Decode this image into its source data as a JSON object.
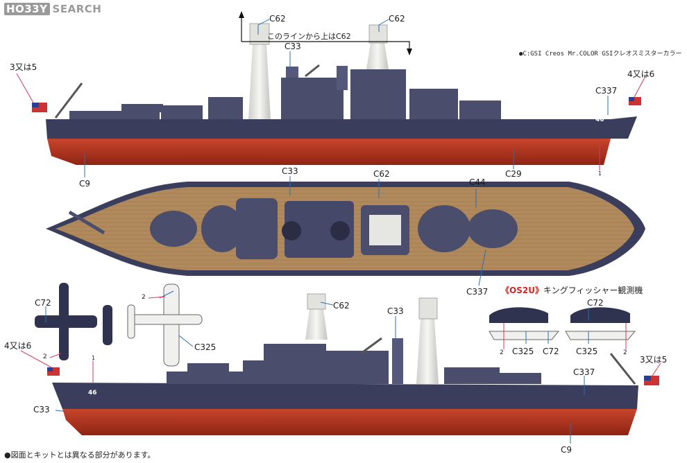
{
  "brand": {
    "mark": "HO33Y",
    "name": "SEARCH"
  },
  "legend": "●C:GSI Creos Mr.COLOR GSIクレオスミスターカラー",
  "above_line_note": "このラインから上はC62",
  "hull_number": "46",
  "labels": {
    "c62": "C62",
    "c33": "C33",
    "c337": "C337",
    "c29": "C29",
    "c9": "C9",
    "c44": "C44",
    "c72": "C72",
    "c325": "C325",
    "alt35": "3又は5",
    "alt46": "4又は6",
    "two": "2",
    "one": "1"
  },
  "os2u": {
    "prefix": "《OS2U》",
    "suffix": "キングフィッシャー観測機"
  },
  "note": "●図面とキットとは異なる部分があります。",
  "colors": {
    "hull_upper": "#3a3d5c",
    "hull_lower": "#b63a24",
    "deck": "#b08a5c",
    "superstructure": "#4a4d6b",
    "tower": "#e9e9e6",
    "aircraft_dark": "#2f3350",
    "aircraft_light": "#f0f0ee",
    "leader": "#2a6fb0",
    "flag_leader": "#d9365a"
  }
}
